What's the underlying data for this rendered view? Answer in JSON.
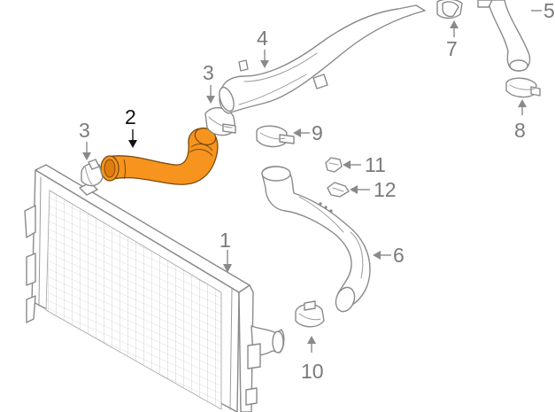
{
  "diagram": {
    "highlight_color": "#f7941d",
    "outline_color": "#8a8a8a",
    "callouts": {
      "c1": "1",
      "c2": "2",
      "c3a": "3",
      "c3b": "3",
      "c4": "4",
      "c5": "5",
      "c6": "6",
      "c7": "7",
      "c8": "8",
      "c9": "9",
      "c10": "10",
      "c11": "11",
      "c12": "12"
    }
  }
}
